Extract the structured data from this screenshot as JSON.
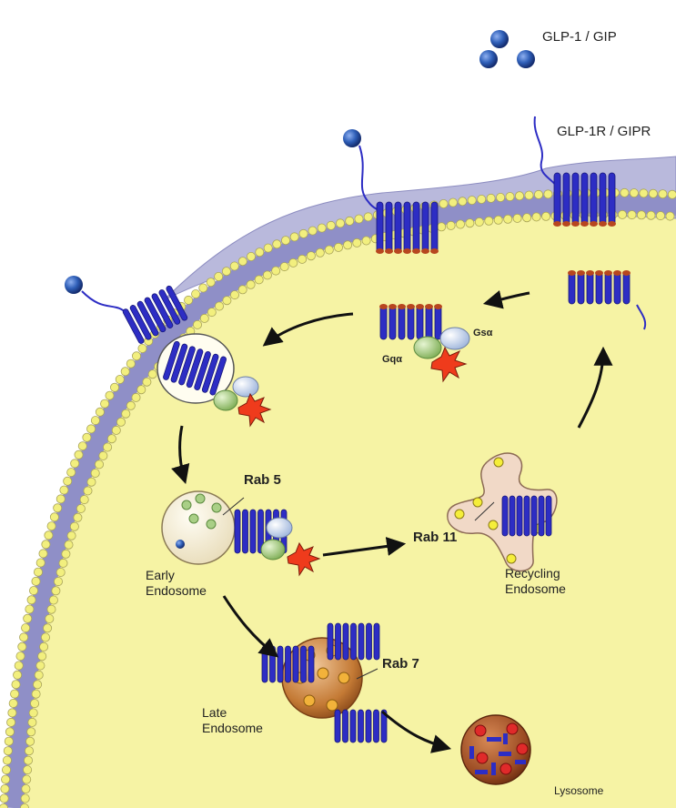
{
  "labels": {
    "ligand": "GLP-1 / GIP",
    "receptor": "GLP-1R / GIPR",
    "gs": "Gsα",
    "gq": "Gqα",
    "rab5": "Rab 5",
    "rab11": "Rab 11",
    "rab7": "Rab 7",
    "early_endosome": "Early\nEndosome",
    "recycling_endosome": "Recycling\nEndosome",
    "late_endosome": "Late\nEndosome",
    "lysosome": "Lysosome"
  },
  "colors": {
    "cytoplasm": "#f6f3a4",
    "membrane_band": "#8f8fc7",
    "lipid_head": "#f2ef7e",
    "extracellular_cap": "#b9b9dc",
    "receptor": "#2d2dc4",
    "ligand": "#2f5fb8",
    "gs_protein": "#cfdcf0",
    "gq_protein": "#a9cf86",
    "early_endosome": "#f3ecd4",
    "recycling_endosome": "#f1d9c7",
    "late_endosome": "#c47a35",
    "lysosome": "#9a4a22",
    "arrow": "#111111"
  }
}
